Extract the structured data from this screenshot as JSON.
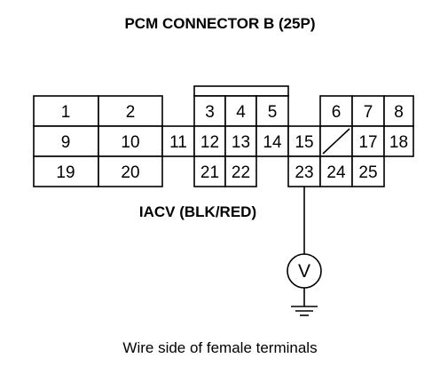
{
  "title": "PCM CONNECTOR B (25P)",
  "wire_label": "IACV (BLK/RED)",
  "meter_symbol": "V",
  "caption": "Wire side of female terminals",
  "terminals": {
    "t1": "1",
    "t2": "2",
    "t3": "3",
    "t4": "4",
    "t5": "5",
    "t6": "6",
    "t7": "7",
    "t8": "8",
    "t9": "9",
    "t10": "10",
    "t11": "11",
    "t12": "12",
    "t13": "13",
    "t14": "14",
    "t15": "15",
    "t17": "17",
    "t18": "18",
    "t19": "19",
    "t20": "20",
    "t21": "21",
    "t22": "22",
    "t23": "23",
    "t24": "24",
    "t25": "25"
  }
}
